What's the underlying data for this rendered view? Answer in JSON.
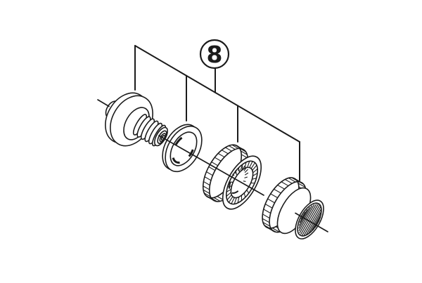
{
  "diagram": {
    "background_color": "#ffffff",
    "line_color": "#1b1b1b",
    "callout": {
      "label": "8"
    },
    "parts": [
      {
        "id": "flanged-axle-bolt"
      },
      {
        "id": "seal-washer-ring"
      },
      {
        "id": "splined-lockring"
      },
      {
        "id": "knurled-cap-nut"
      }
    ]
  }
}
